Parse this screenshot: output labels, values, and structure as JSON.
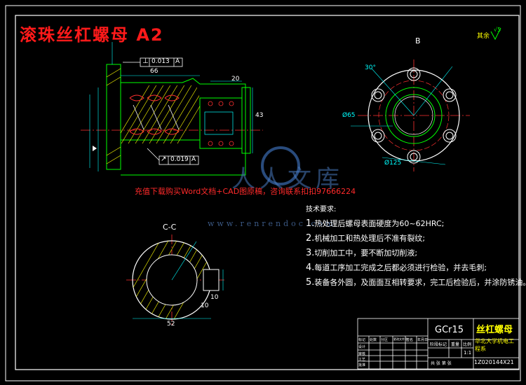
{
  "title": "滚珠丝杠螺母 A2",
  "watermark": {
    "notice": "充值下载购买Word文档+CAD图原稿，咨询联系扣扣97666224",
    "site": "www.renrendoc.com",
    "logo_text": "人人文库"
  },
  "tolerances": {
    "perp_symbol": "⊥",
    "perp_value": "0.013",
    "perp_datum": "A",
    "circ_symbol": "↗",
    "circ_value": "0.019",
    "circ_datum": "A"
  },
  "dims": {
    "d66": "66",
    "d20": "20",
    "d43": "43",
    "d1": "√5",
    "roughness_label": "其余",
    "section_b": "B",
    "section_cc": "C-C",
    "d52": "52",
    "d10a": "10",
    "d10b": "10",
    "d30": "30°",
    "d65": "Ø65",
    "d125": "Ø125"
  },
  "tech_req": {
    "heading": "技术要求:",
    "items": [
      {
        "num": "1.",
        "text": "热处理后螺母表面硬度为60~62HRC;"
      },
      {
        "num": "2.",
        "text": "机械加工和热处理后不准有裂纹;"
      },
      {
        "num": "3.",
        "text": "切削加工中，要不断加切削液;"
      },
      {
        "num": "4.",
        "text": "每道工序加工完成之后都必须进行检验，并去毛刺;"
      },
      {
        "num": "5.",
        "text": "装备各外圆，及面面互相转要求，完工后检验后，并涂防锈油。"
      }
    ]
  },
  "title_block": {
    "material": "GCr15",
    "part_name": "丝杠螺母",
    "school": "华北大学机电工程系",
    "drawing_no": "1Z020144X21",
    "scale": "1:1",
    "labels": [
      "标记",
      "处数",
      "分区",
      "更改文件号",
      "签名",
      "年月日"
    ],
    "roles": [
      "设计",
      "审核",
      "工艺",
      "批准"
    ],
    "stage": "阶段标记",
    "weight": "重量",
    "ratio": "比例",
    "sheets": "共  张  第  张"
  },
  "colors": {
    "frame": "#ffffff",
    "geometry": "#00ff00",
    "hatch": "#ffff00",
    "center": "#ff3030",
    "dimension": "#00ffff",
    "magenta": "#ff00ff"
  }
}
